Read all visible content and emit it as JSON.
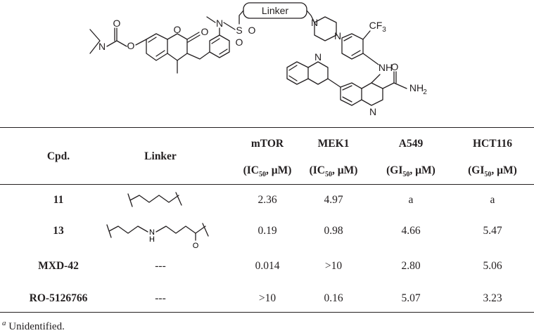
{
  "scheme": {
    "linker_label": "Linker",
    "cf3_label": "CF",
    "cf3_sub": "3",
    "nh_label": "NH",
    "nh2_label": "NH",
    "nh2_sub": "2",
    "atom_N": "N",
    "atom_O": "O",
    "atom_S": "S"
  },
  "table": {
    "headers": {
      "cpd": "Cpd.",
      "linker": "Linker",
      "mtor": "mTOR",
      "mek1": "MEK1",
      "a549": "A549",
      "hct116": "HCT116",
      "ic50_1": "(IC",
      "ic50_1_sub": "50",
      "ic50_1_tail": ", µM)",
      "ic50_2": "(IC",
      "ic50_2_sub": "50",
      "ic50_2_tail": ", µM)",
      "gi50_1": "(GI",
      "gi50_1_sub": "50",
      "gi50_1_tail": ", µM)",
      "gi50_2": "(GI",
      "gi50_2_sub": "50",
      "gi50_2_tail": ", µM)"
    },
    "rows": [
      {
        "cpd": "11",
        "linker": "",
        "mtor": "2.36",
        "mek1": "4.97",
        "a549": "a",
        "hct116": "a"
      },
      {
        "cpd": "13",
        "linker": "",
        "linker_nh": "H",
        "linker_n": "N",
        "linker_o": "O",
        "mtor": "0.19",
        "mek1": "0.98",
        "a549": "4.66",
        "hct116": "5.47"
      },
      {
        "cpd": "MXD-42",
        "linker": "---",
        "mtor": "0.014",
        "mek1": ">10",
        "a549": "2.80",
        "hct116": "5.06"
      },
      {
        "cpd": "RO-5126766",
        "linker": "---",
        "mtor": ">10",
        "mek1": "0.16",
        "a549": "5.07",
        "hct116": "3.23"
      }
    ]
  },
  "footnote": {
    "mark": "a",
    "text": " Unidentified."
  }
}
